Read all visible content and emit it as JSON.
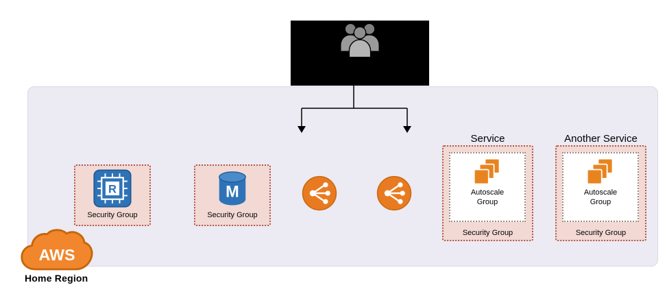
{
  "users": {
    "icon": "users-group-icon"
  },
  "security_groups": [
    {
      "label": "Security Group",
      "icon": "redis-cache-chip-icon",
      "icon_letter": "R"
    },
    {
      "label": "Security Group",
      "icon": "mysql-database-icon",
      "icon_letter": "M"
    }
  ],
  "load_balancers": [
    {
      "icon": "load-balancer-icon"
    },
    {
      "icon": "load-balancer-icon"
    }
  ],
  "services": [
    {
      "title": "Service",
      "autoscale_label": "Autoscale Group",
      "security_group_label": "Security Group"
    },
    {
      "title": "Another Service",
      "autoscale_label": "Autoscale Group",
      "security_group_label": "Security Group"
    }
  ],
  "region": {
    "cloud_label": "AWS",
    "label": "Home Region"
  },
  "colors": {
    "aws_cloud_orange": "#F1862C",
    "aws_cloud_border": "#C4660B",
    "icon_orange": "#E87B21",
    "icon_blue": "#2E73B8",
    "security_group_fill": "#F2D9D4",
    "security_group_border": "#AD5A4E",
    "region_fill": "#ECEAF3",
    "users_panel_background": "#000000"
  }
}
